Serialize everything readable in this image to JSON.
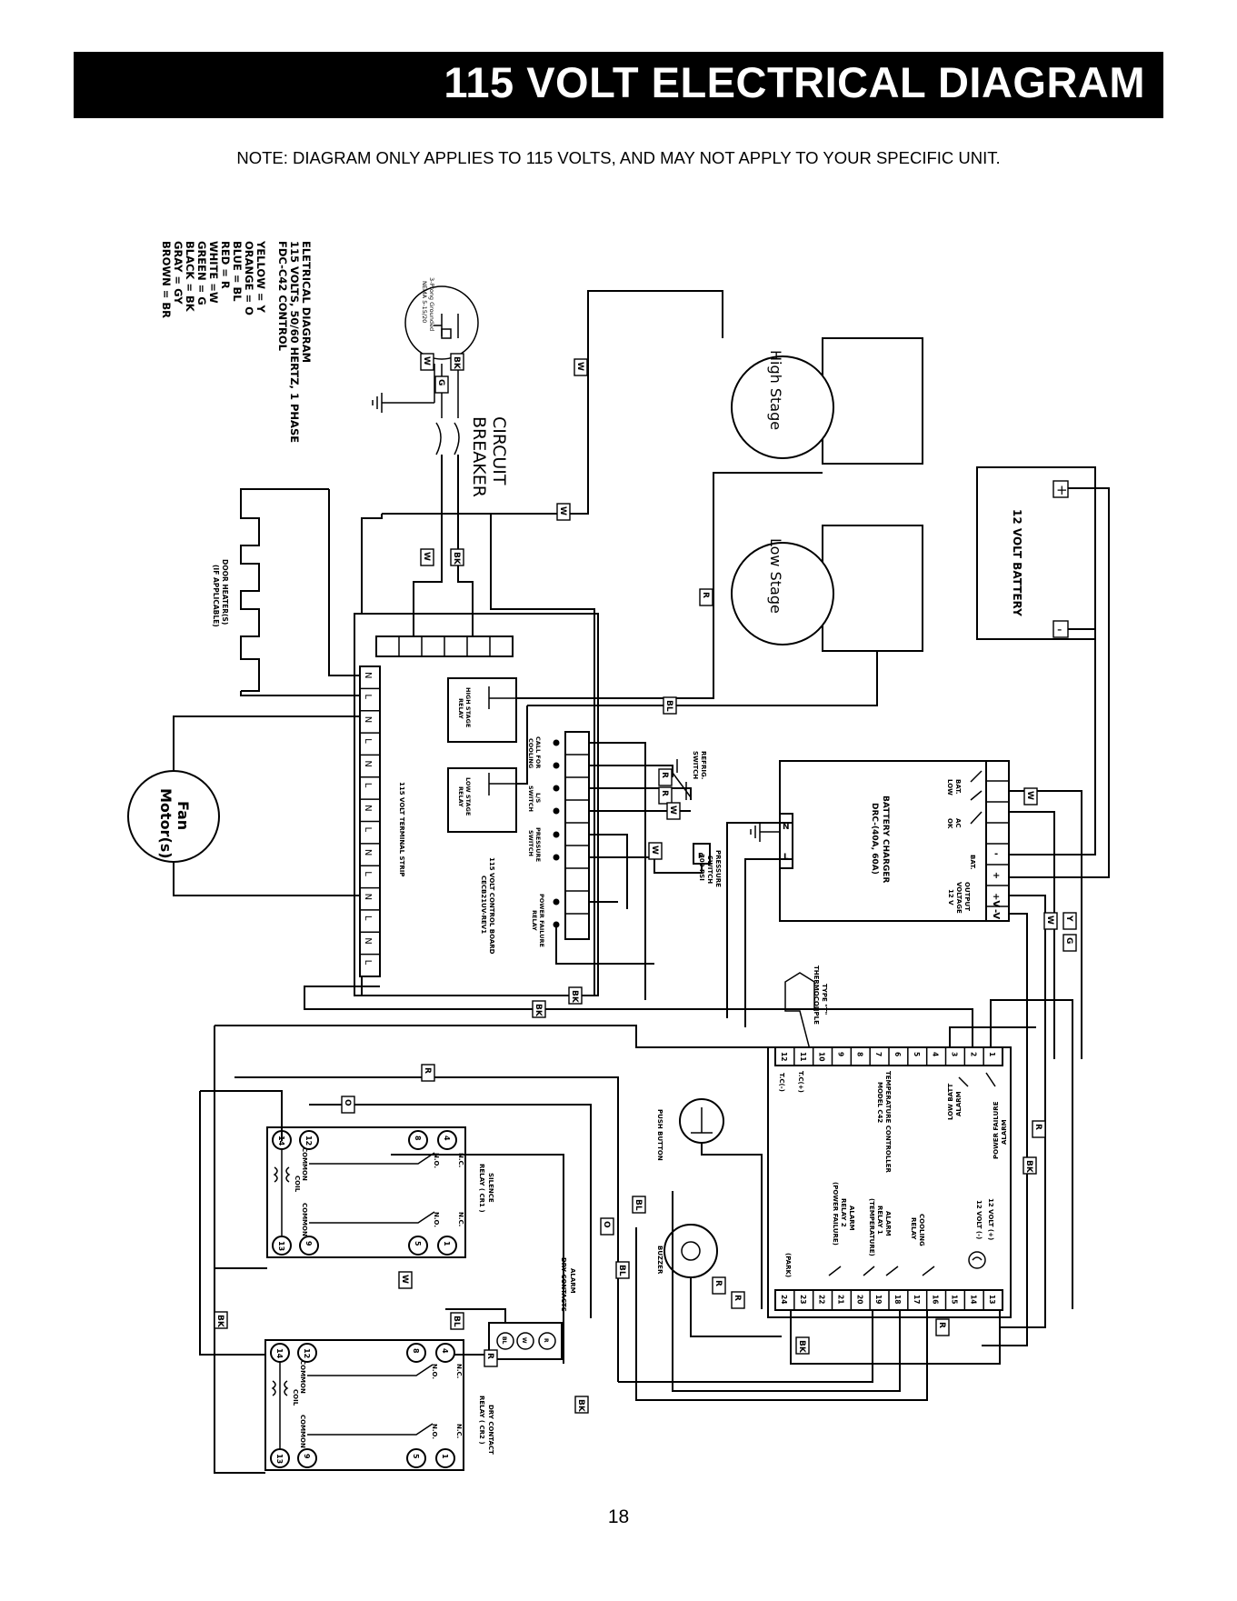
{
  "header": {
    "title": "115 VOLT ELECTRICAL DIAGRAM"
  },
  "note": "NOTE: DIAGRAM ONLY APPLIES TO 115 VOLTS, AND MAY NOT APPLY TO YOUR SPECIFIC UNIT.",
  "page_number": "18",
  "legend": {
    "title": "ELETRICAL DIAGRAM",
    "line2": "115 VOLTS, 50/60 HERTZ, 1 PHASE",
    "line3": "FDC-C42 CONTROL",
    "colors": [
      "YELLOW = Y",
      "ORANGE = O",
      "BLUE = BL",
      "RED = R",
      "WHITE =W",
      "GREEN = G",
      "BLACK = BK",
      "GRAY = GY",
      "BROWN = BR"
    ]
  },
  "plug": {
    "label_line1": "3-Prong Grounded",
    "label_line2": "NEMA 5-15/20"
  },
  "breaker": {
    "line1": "CIRCUIT",
    "line2": "BREAKER"
  },
  "compressors": {
    "high": "High Stage",
    "low": "Low Stage"
  },
  "battery": {
    "label": "12 VOLT BATTERY",
    "plus": "+",
    "minus": "-"
  },
  "door_heater": {
    "line1": "DOOR HEATER(S)",
    "line2": "(IF APPLICABLE)"
  },
  "fan": {
    "line1": "Fan",
    "line2": "Motor(s)"
  },
  "terminal_strip": {
    "label": "115 VOLT TERMINAL STRIP",
    "terminals": [
      "N",
      "L",
      "N",
      "L",
      "N",
      "L",
      "N",
      "L",
      "N",
      "L",
      "N",
      "L",
      "N",
      "L"
    ]
  },
  "control_board": {
    "line1": "115 VOLT CONTROL BOARD",
    "line2": "CECB21UV-REV1",
    "high_relay": [
      "HIGH STAGE",
      "RELAY"
    ],
    "low_relay": [
      "LOW STAGE",
      "RELAY"
    ],
    "call_cooling": [
      "CALL FOR",
      "COOLING"
    ],
    "ls_switch": [
      "L/S",
      "SWITCH"
    ],
    "pressure_switch": [
      "PRESSURE",
      "SWITCH"
    ],
    "power_failure_relay": [
      "POWER FAILURE",
      "RELAY"
    ]
  },
  "refrig_switch": [
    "REFRIG.",
    "SWITCH"
  ],
  "pressure_sw": [
    "PRESSURE",
    "SWITCH",
    "300 PSI"
  ],
  "charger": {
    "line1": "BATTERY CHARGER",
    "line2": "DRC-(40A, 60A)",
    "bat_low": [
      "BAT.",
      "LOW"
    ],
    "ac_ok": [
      "AC",
      "OK"
    ],
    "bat": "BAT.",
    "output": [
      "OUTPUT",
      "VOLTAGE",
      "12 V"
    ],
    "terms": [
      "-",
      "+",
      "+V",
      "-V"
    ],
    "input": [
      "N",
      "L"
    ]
  },
  "thermocouple": [
    "TYPE \"T\"",
    "THERMOCOUPLE"
  ],
  "controller": {
    "line1": "TEMPERATURE CONTROLLER",
    "line2": "MODEL C42",
    "top_terms": [
      "12",
      "11",
      "10",
      "9",
      "8",
      "7",
      "6",
      "5",
      "4",
      "3",
      "2",
      "1"
    ],
    "bottom_terms": [
      "24",
      "23",
      "22",
      "21",
      "20",
      "19",
      "18",
      "17",
      "16",
      "15",
      "14",
      "13"
    ],
    "low_batt_alarm": [
      "LOW BATT",
      "ALARM"
    ],
    "power_failure_alarm": [
      "POWER FAILURE",
      "ALARM"
    ],
    "tc_plus": "T.C(+)",
    "tc_minus": "T.C(-)",
    "v12_plus": "12 VOLT (+)",
    "v12_minus": "12 VOLT (-)",
    "cooling_relay": [
      "COOLING",
      "RELAY"
    ],
    "alarm_relay1": [
      "ALARM",
      "RELAY 1",
      "(TEMPERATURE)"
    ],
    "alarm_relay2": [
      "ALARM",
      "RELAY 2",
      "(POWER FAILURE)"
    ],
    "park": "(PARK)"
  },
  "push_button": "PUSH BUTTON",
  "buzzer": "BUZZER",
  "cr1": {
    "label": [
      "SILENCE",
      "RELAY ( CR1 )"
    ],
    "terms": [
      "14",
      "12",
      "8",
      "4",
      "13",
      "9",
      "5",
      "1"
    ],
    "nc": "N.C.",
    "no": "N.O.",
    "common": "COMMON",
    "coil": "COIL"
  },
  "cr2": {
    "label": [
      "DRY CONTACT",
      "RELAY ( CR2 )"
    ],
    "terms": [
      "14",
      "12",
      "8",
      "4",
      "13",
      "9",
      "5",
      "1"
    ],
    "nc": "N.C.",
    "no": "N.O.",
    "common": "COMMON",
    "coil": "COIL"
  },
  "dry_contacts": {
    "label": [
      "ALARM",
      "DRY CONTACTS"
    ],
    "terms": [
      "BL",
      "W",
      "R"
    ]
  },
  "wire_tags": {
    "bk1": "BK",
    "w1": "W",
    "g1": "G",
    "w2": "W",
    "w3": "W",
    "bk2": "BK",
    "w4": "W",
    "r1": "R",
    "bl1": "BL",
    "r2": "R",
    "r3": "R",
    "w5": "W",
    "w6": "W",
    "w7": "W",
    "y1": "Y",
    "g2": "G",
    "w8": "W",
    "bk3": "BK",
    "bk4": "BK",
    "r4": "R",
    "o1": "O",
    "r5": "R",
    "bk5": "BK",
    "bl2": "BL",
    "o2": "O",
    "bl3": "BL",
    "r6": "R",
    "r7": "R",
    "bk6": "BK",
    "r8": "R",
    "bk7": "BK",
    "w9": "W",
    "bl4": "BL",
    "r9": "R",
    "bk8": "BK"
  }
}
